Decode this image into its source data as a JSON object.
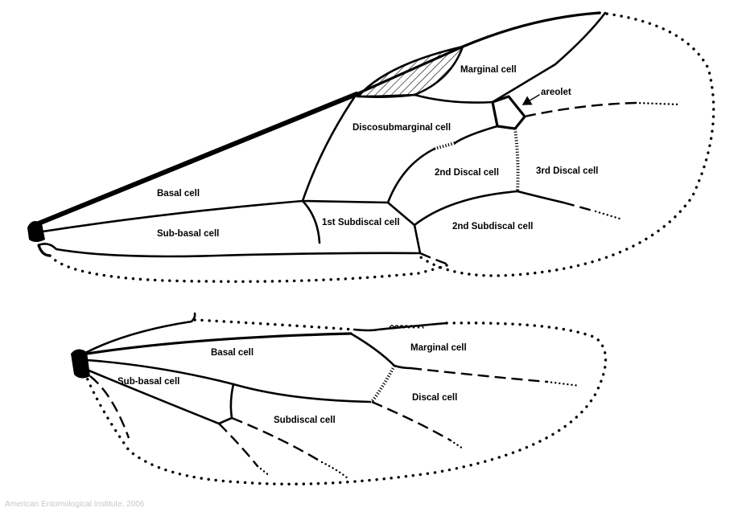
{
  "forewing": {
    "labels": {
      "marginal_cell": "Marginal cell",
      "areolet": "areolet",
      "discosubmarginal_cell": "Discosubmarginal cell",
      "second_discal_cell": "2nd Discal cell",
      "third_discal_cell": "3rd Discal cell",
      "basal_cell": "Basal cell",
      "first_subdiscal_cell": "1st Subdiscal cell",
      "second_subdiscal_cell": "2nd Subdiscal cell",
      "sub_basal_cell": "Sub-basal cell"
    }
  },
  "hindwing": {
    "labels": {
      "basal_cell": "Basal cell",
      "marginal_cell": "Marginal cell",
      "sub_basal_cell": "Sub-basal cell",
      "discal_cell": "Discal cell",
      "subdiscal_cell": "Subdiscal cell"
    }
  },
  "credit": "American Entomological Institute, 2006",
  "colors": {
    "ink": "#000000",
    "background": "#ffffff",
    "credit_text": "#c8c8c8"
  }
}
